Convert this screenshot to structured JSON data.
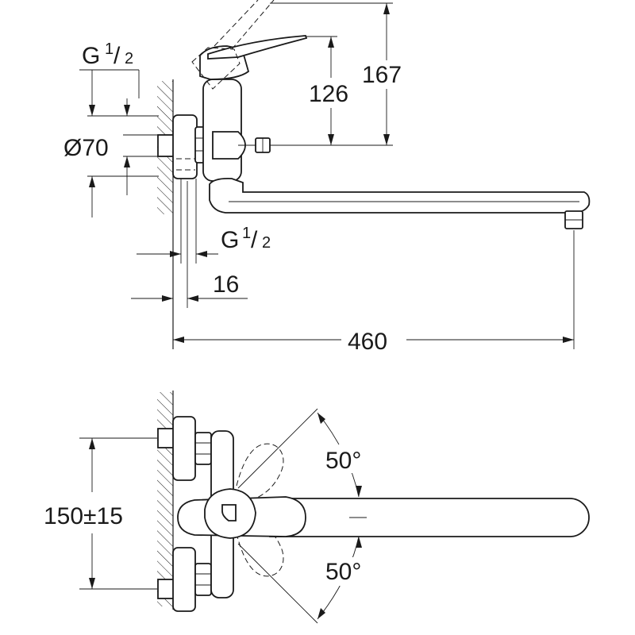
{
  "side_view": {
    "inlet_thread_top": {
      "letter": "G",
      "num": "1",
      "den": "2"
    },
    "diameter_label": "Ø70",
    "height_126": "126",
    "height_167": "167",
    "inlet_thread_bottom": {
      "letter": "G",
      "num": "1",
      "den": "2"
    },
    "offset_16": "16",
    "reach_460": "460"
  },
  "top_view": {
    "spacing_label": "150±15",
    "angle_upper": "50°",
    "angle_lower": "50°"
  }
}
